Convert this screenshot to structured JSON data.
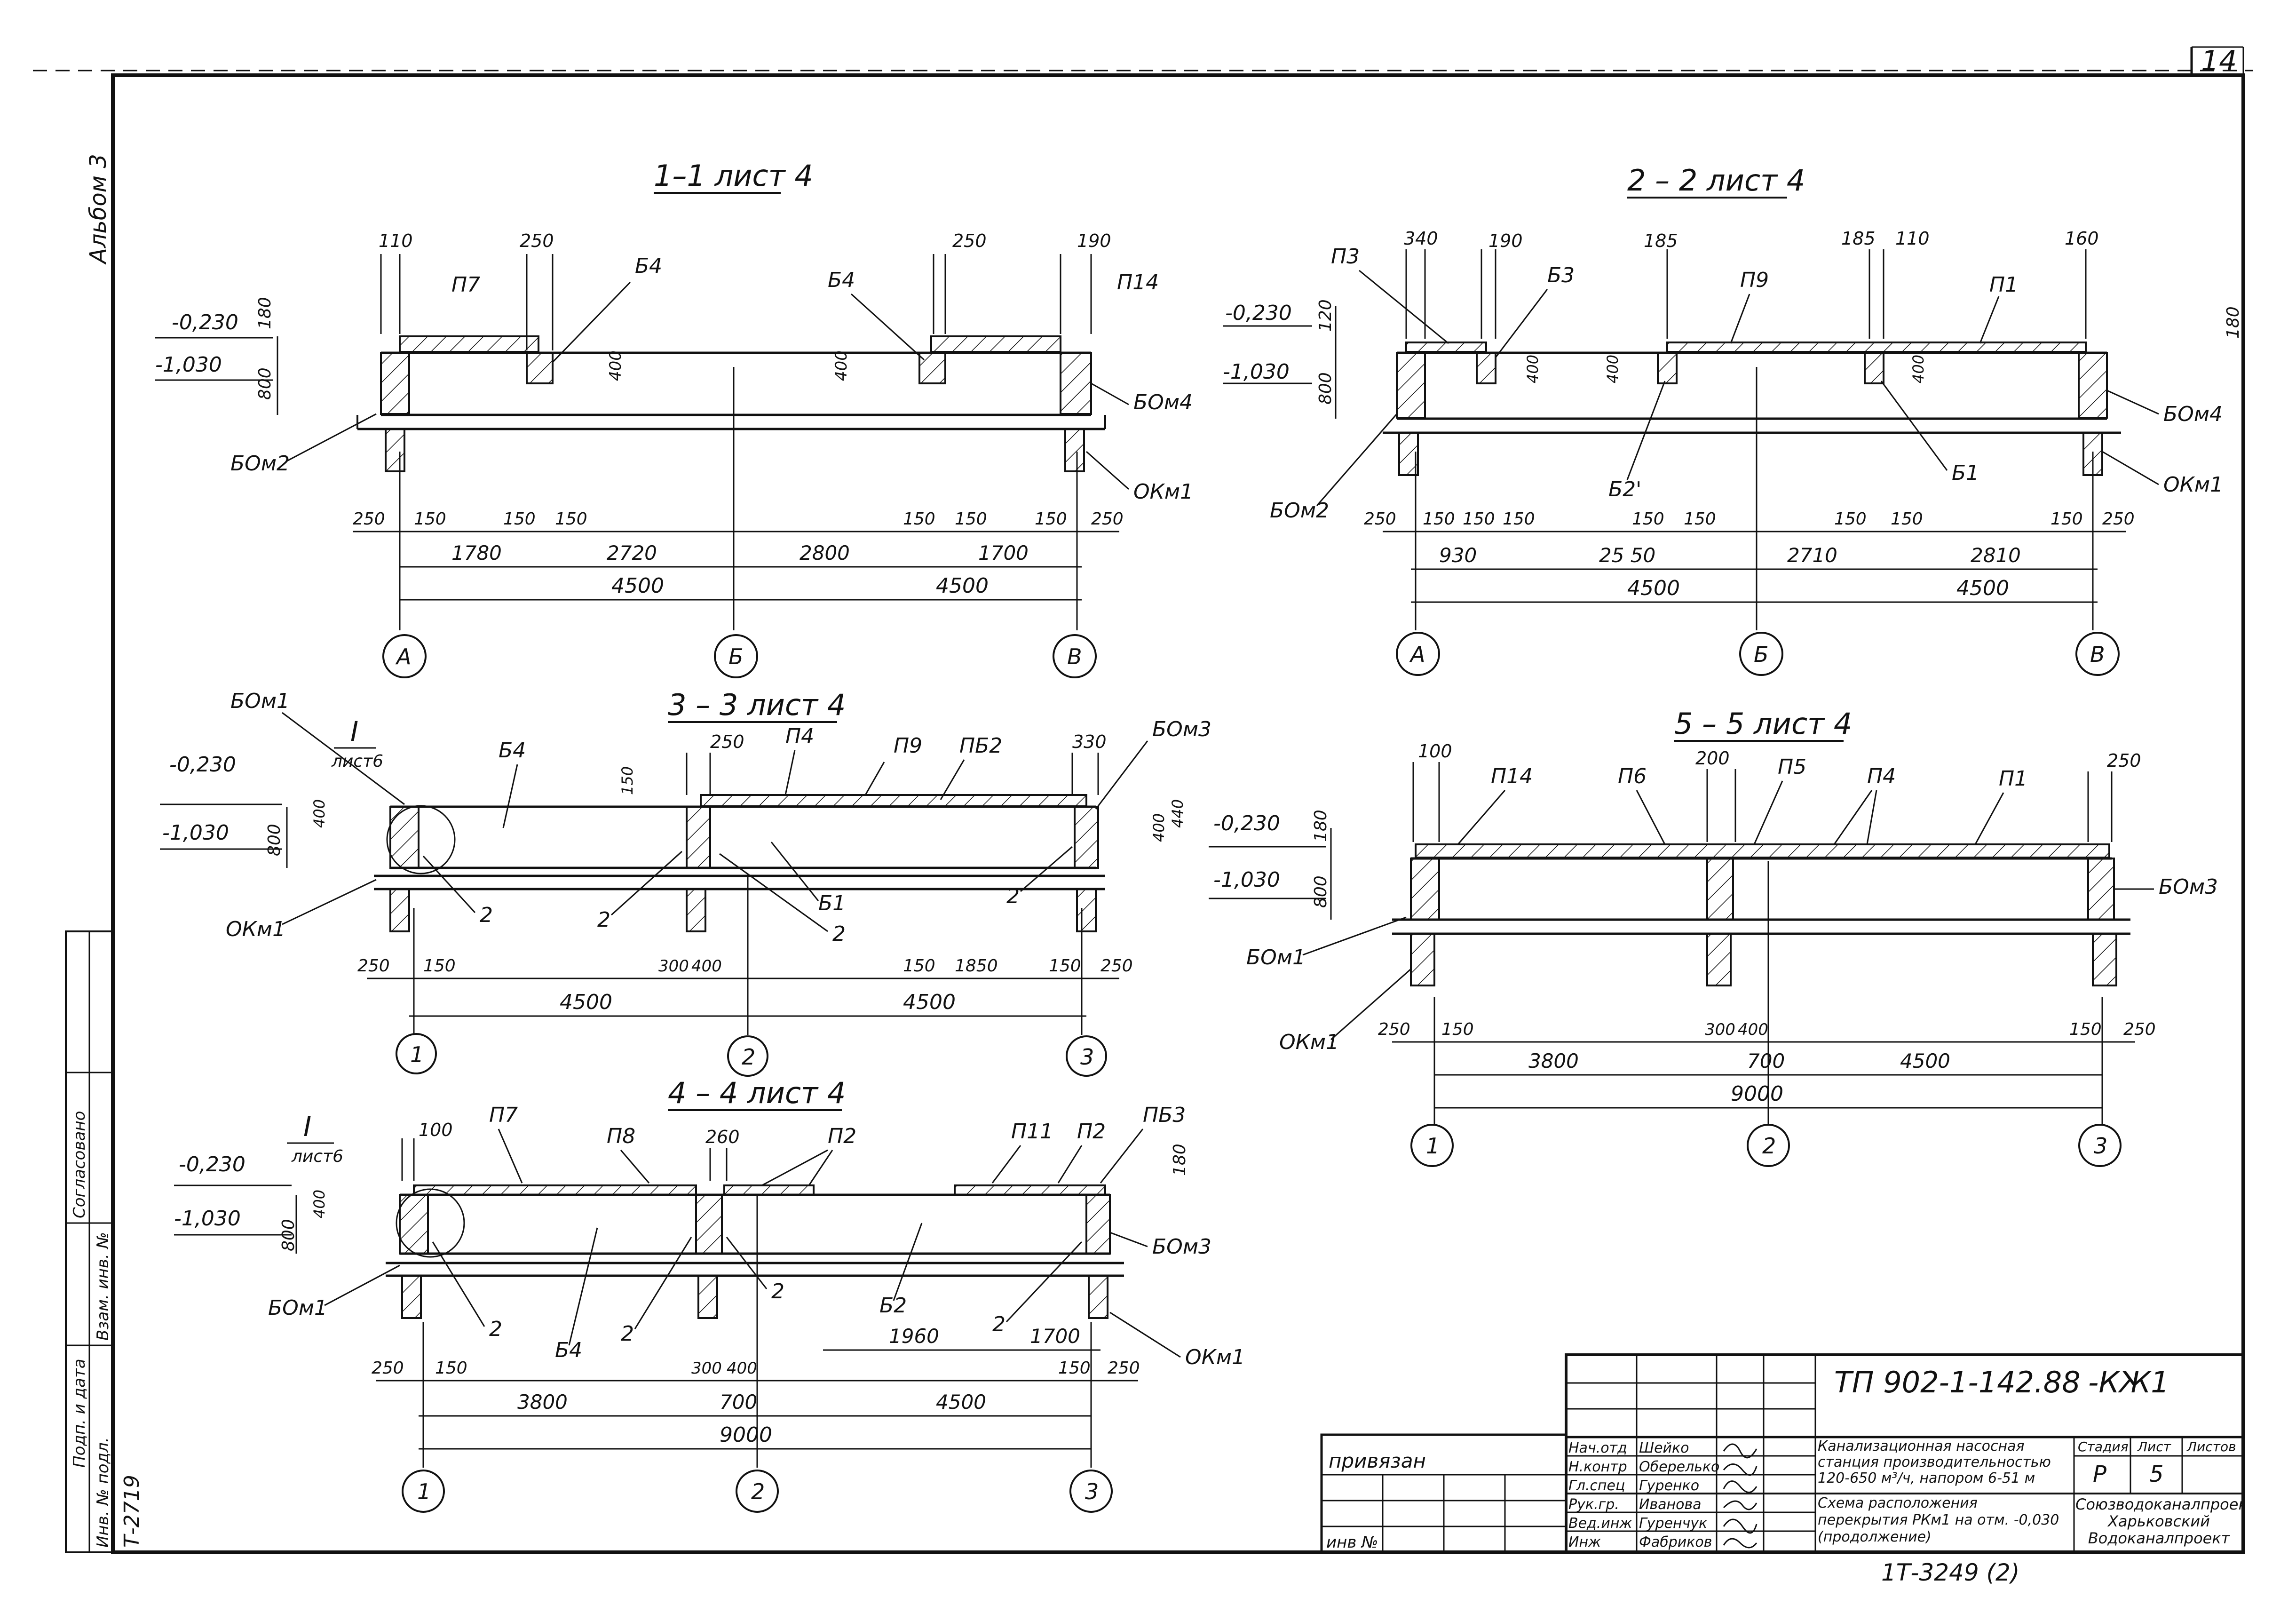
{
  "sheet": {
    "page_number": "14",
    "album": "Альбом 3",
    "bottom_stamp": "Т-2719",
    "archive_code": "1Т-3249 (2)"
  },
  "sections": [
    {
      "title": "1–1 лист 4",
      "marks": {
        "lev1": "-0,230",
        "lev2": "-1,030",
        "h180": "180",
        "h800": "800",
        "h400a": "400",
        "h400b": "400"
      },
      "labels": {
        "p7": "П7",
        "b4a": "Б4",
        "b4b": "Б4",
        "p14": "П14",
        "bom2": "БОм2",
        "bom4": "БОм4",
        "okm1": "ОКм1"
      },
      "top_dims": [
        "110",
        "250",
        "250",
        "190"
      ],
      "bottom_dims": [
        "250",
        "150",
        "150",
        "150",
        "150",
        "150",
        "150",
        "250"
      ],
      "span_dims": [
        "1780",
        "2720",
        "2800",
        "1700"
      ],
      "overall_dims": [
        "4500",
        "4500"
      ],
      "axes": [
        "А",
        "Б",
        "В"
      ]
    },
    {
      "title": "2 – 2 лист 4",
      "marks": {
        "lev1": "-0,230",
        "lev2": "-1,030",
        "h120": "120",
        "h800": "800",
        "h400a": "400",
        "h400b": "400",
        "h400c": "400",
        "h180": "180"
      },
      "labels": {
        "p3": "П3",
        "b3": "Б3",
        "p9": "П9",
        "p1": "П1",
        "bom4": "БОм4",
        "bom2": "БОм2",
        "b2p": "Б2'",
        "b1": "Б1",
        "okm1": "ОКм1"
      },
      "top_dims": [
        "340",
        "190",
        "185",
        "185",
        "110",
        "160"
      ],
      "bottom_dims": [
        "250",
        "150",
        "150",
        "150",
        "150",
        "150",
        "150",
        "150",
        "150",
        "250"
      ],
      "span_dims": [
        "930",
        "25 50",
        "2710",
        "2810"
      ],
      "overall_dims": [
        "4500",
        "4500"
      ],
      "axes": [
        "А",
        "Б",
        "В"
      ]
    },
    {
      "title": "3 – 3 лист 4",
      "callout": {
        "numeral": "I",
        "sheet": "лист6"
      },
      "marks": {
        "lev1": "-0,230",
        "lev2": "-1,030",
        "h800": "800",
        "h400": "400",
        "h150": "150",
        "h400r": "400",
        "h440": "440"
      },
      "labels": {
        "bom1": "БОм1",
        "b4": "Б4",
        "p4": "П4",
        "p9": "П9",
        "pb2": "ПБ2",
        "bom3": "БОм3",
        "b1": "Б1",
        "okm1": "ОКм1",
        "n2a": "2",
        "n2b": "2",
        "n2c": "2",
        "n2d": "2"
      },
      "top_dims": [
        "250",
        "330"
      ],
      "bottom_dims": [
        "250",
        "150",
        "300",
        "400",
        "150",
        "1850",
        "150",
        "250"
      ],
      "overall_dims": [
        "4500",
        "4500"
      ],
      "axes": [
        "1",
        "2",
        "3"
      ]
    },
    {
      "title": "5 – 5 лист 4",
      "marks": {
        "lev1": "-0,230",
        "lev2": "-1,030",
        "h180": "180",
        "h800": "800"
      },
      "labels": {
        "p14": "П14",
        "p6": "П6",
        "p5": "П5",
        "p4": "П4",
        "p1": "П1",
        "bom3": "БОм3",
        "bom1": "БОм1",
        "okm1": "ОКм1"
      },
      "top_dims": [
        "100",
        "200",
        "250"
      ],
      "bottom_dims": [
        "250",
        "150",
        "300",
        "400",
        "150",
        "250"
      ],
      "span_dims": [
        "3800",
        "700",
        "4500"
      ],
      "overall_dims": [
        "9000"
      ],
      "axes": [
        "1",
        "2",
        "3"
      ]
    },
    {
      "title": "4 – 4 лист 4",
      "callout": {
        "numeral": "I",
        "sheet": "лист6"
      },
      "marks": {
        "lev1": "-0,230",
        "lev2": "-1,030",
        "h800": "800",
        "h400": "400",
        "h180": "180"
      },
      "labels": {
        "p7": "П7",
        "p8": "П8",
        "p2a": "П2",
        "p11": "П11",
        "p2b": "П2",
        "pb3": "ПБ3",
        "bom3": "БОм3",
        "bom1": "БОм1",
        "b4": "Б4",
        "b2": "Б2",
        "okm1": "ОКм1",
        "n2a": "2",
        "n2b": "2",
        "n2c": "2",
        "n2d": "2"
      },
      "top_dims": [
        "100",
        "260"
      ],
      "bottom_dims": [
        "250",
        "150",
        "300",
        "400",
        "1960",
        "1700",
        "150",
        "250"
      ],
      "span_dims": [
        "3800",
        "700",
        "4500"
      ],
      "overall_dims": [
        "9000"
      ],
      "axes": [
        "1",
        "2",
        "3"
      ]
    }
  ],
  "title_block": {
    "doc_code": "ТП 902-1-142.88",
    "doc_mark": "-КЖ1",
    "attached_label": "привязан",
    "inv_label": "инв №",
    "roles": [
      "Нач.отд",
      "Н.контр",
      "Гл.спец",
      "Рук.гр.",
      "Вед.инж",
      "Инж"
    ],
    "names": [
      "Шейко",
      "Оберелько",
      "Гуренко",
      "Иванова",
      "Гуренчук",
      "Фабриков"
    ],
    "dates": [
      "",
      "",
      "",
      "",
      "",
      ""
    ],
    "project_title": "Канализационная насосная станция производительностью 120-650 м³/ч, напором 6-51 м",
    "drawing_title": "Схема расположения перекрытия РКм1 на отм. -0,030 (продолжение)",
    "col_stage": "Стадия",
    "col_sheet": "Лист",
    "col_sheets": "Листов",
    "stage": "Р",
    "sheet_no": "5",
    "organization": "Союзводоканалпроект Харьковский Водоканалпроект"
  },
  "side_stamp": [
    "Согласовано",
    "Взам. инв. №",
    "Подп. и дата",
    "Инв. № подл."
  ]
}
